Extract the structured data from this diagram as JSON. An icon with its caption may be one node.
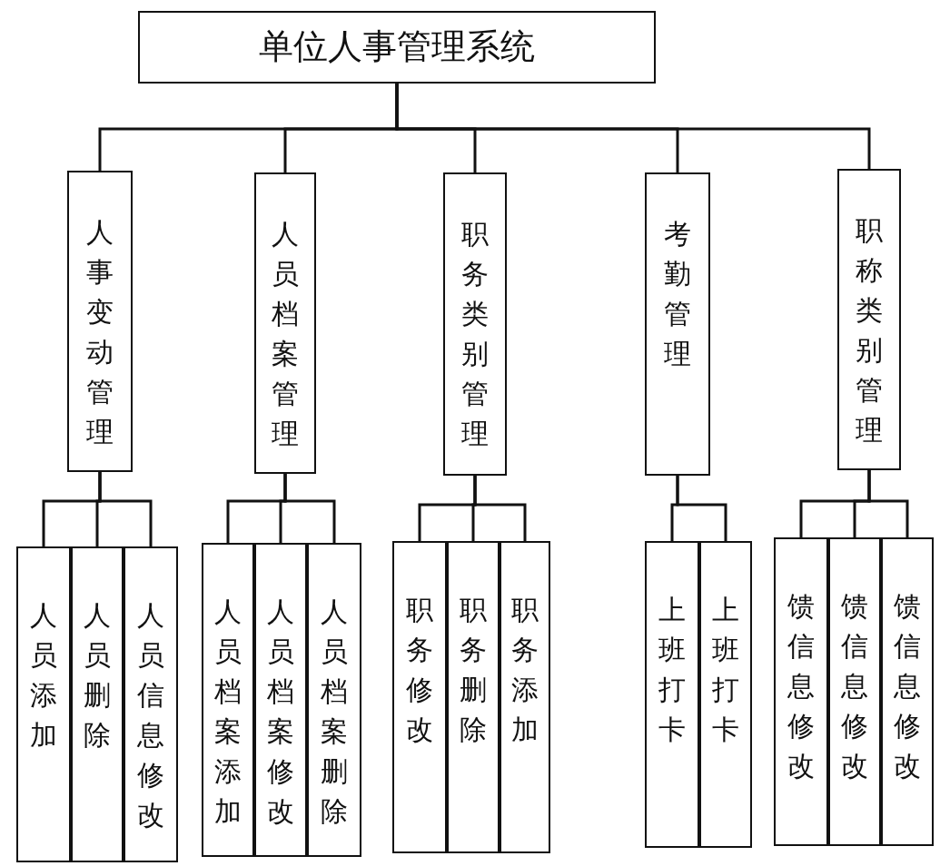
{
  "diagram": {
    "nodes": [
      {
        "text": [
          "单位人事管理系统"
        ]
      },
      {
        "text": [
          "人事变动管理"
        ]
      },
      {
        "text": [
          "人员档案管理"
        ]
      },
      {
        "text": [
          "职务类别管理"
        ]
      },
      {
        "text": [
          "考勤管理"
        ]
      },
      {
        "text": [
          "职称类别管理"
        ]
      },
      {
        "text": [
          "人员添加"
        ]
      },
      {
        "text": [
          "人员删除"
        ]
      },
      {
        "text": [
          "人员信息修改"
        ]
      },
      {
        "text": [
          "人员档案添加"
        ]
      },
      {
        "text": [
          "人员档案修改"
        ]
      },
      {
        "text": [
          "人员档案删除"
        ]
      },
      {
        "text": [
          "职务修改"
        ]
      },
      {
        "text": [
          "职务删除"
        ]
      },
      {
        "text": [
          "职务添加"
        ]
      },
      {
        "text": [
          "上班打卡"
        ]
      },
      {
        "text": [
          "上班打卡"
        ]
      },
      {
        "text": [
          "馈信息修改"
        ]
      },
      {
        "text": [
          "馈信息修改"
        ]
      },
      {
        "text": [
          "馈信息修改"
        ]
      }
    ],
    "edges": [
      {
        "from": 0,
        "to": 1,
        "arrow": "none"
      },
      {
        "from": 0,
        "to": 2,
        "arrow": "none"
      },
      {
        "from": 0,
        "to": 3,
        "arrow": "none"
      },
      {
        "from": 0,
        "to": 4,
        "arrow": "none"
      },
      {
        "from": 0,
        "to": 5,
        "arrow": "none"
      },
      {
        "from": 1,
        "to": 6,
        "arrow": "none"
      },
      {
        "from": 1,
        "to": 7,
        "arrow": "none"
      },
      {
        "from": 1,
        "to": 8,
        "arrow": "none"
      },
      {
        "from": 2,
        "to": 9,
        "arrow": "none"
      },
      {
        "from": 2,
        "to": 10,
        "arrow": "none"
      },
      {
        "from": 2,
        "to": 11,
        "arrow": "none"
      },
      {
        "from": 3,
        "to": 12,
        "arrow": "none"
      },
      {
        "from": 3,
        "to": 13,
        "arrow": "none"
      },
      {
        "from": 3,
        "to": 14,
        "arrow": "none"
      },
      {
        "from": 4,
        "to": 15,
        "arrow": "none"
      },
      {
        "from": 4,
        "to": 16,
        "arrow": "none"
      },
      {
        "from": 5,
        "to": 17,
        "arrow": "none"
      },
      {
        "from": 5,
        "to": 18,
        "arrow": "none"
      },
      {
        "from": 5,
        "to": 19,
        "arrow": "none"
      }
    ]
  }
}
